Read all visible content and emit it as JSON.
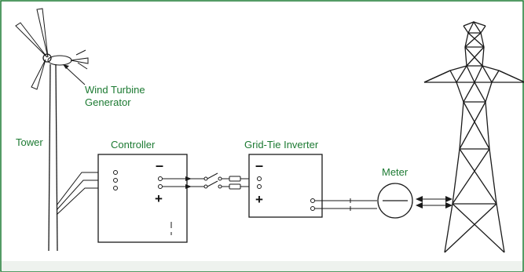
{
  "labels": {
    "wind_turbine": "Wind Turbine",
    "generator": "Generator",
    "tower": "Tower",
    "controller": "Controller",
    "inverter": "Grid-Tie Inverter",
    "meter": "Meter"
  },
  "signs": {
    "minus": "–",
    "plus": "+"
  },
  "colors": {
    "label": "#1c7a32",
    "border": "#1c7a32",
    "line": "#1a1a1a"
  }
}
